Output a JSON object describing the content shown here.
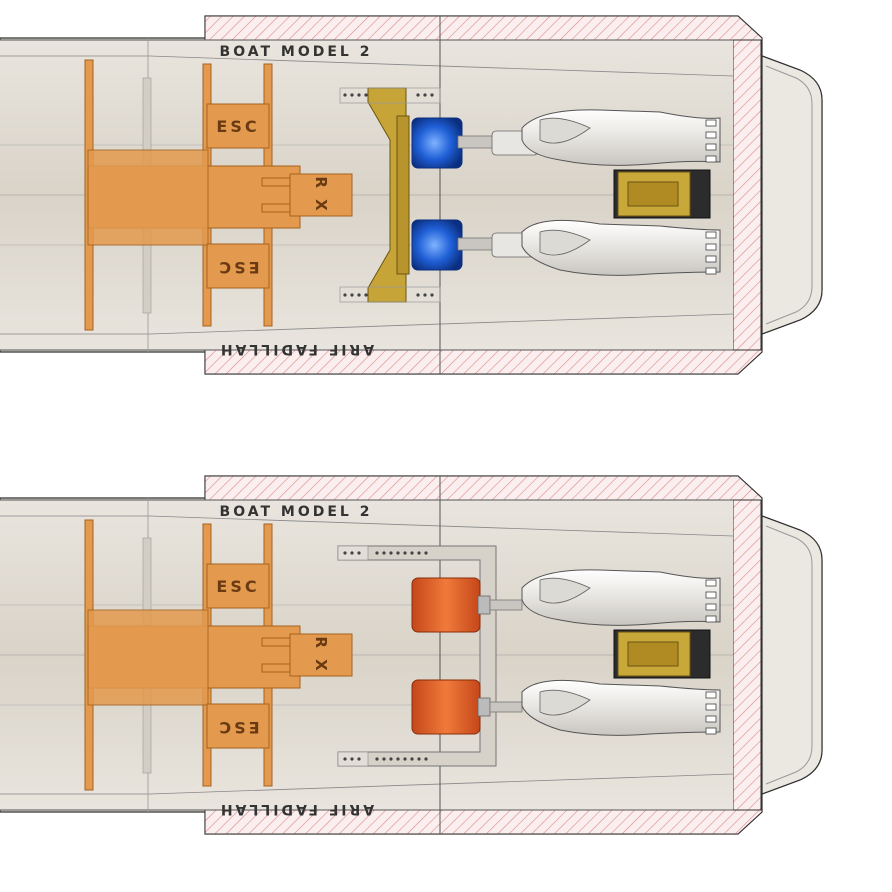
{
  "views": [
    {
      "id": "top",
      "hull_name_label": "BOAT MODEL 2",
      "author_label": "ARIF FADILLAH",
      "esc_label_1": "ESC",
      "esc_label_2": "ESC",
      "rx_label": "R X",
      "motor_color": "#1f5fd6",
      "mount_color": "#c7a437"
    },
    {
      "id": "bottom",
      "hull_name_label": "BOAT MODEL 2",
      "author_label": "ARIF FADILLAH",
      "esc_label_1": "ESC",
      "esc_label_2": "ESC",
      "rx_label": "R X",
      "motor_color": "#e3652a",
      "mount_color": "#cfcac1"
    }
  ],
  "colors": {
    "hull_fill": "#e6e1d8",
    "hull_inner": "#dcd6cc",
    "frame_orange": "#e39a4e",
    "section_hatch": "#d98b8b",
    "servo_gold": "#b08b24",
    "jet_white": "#f1efec"
  }
}
